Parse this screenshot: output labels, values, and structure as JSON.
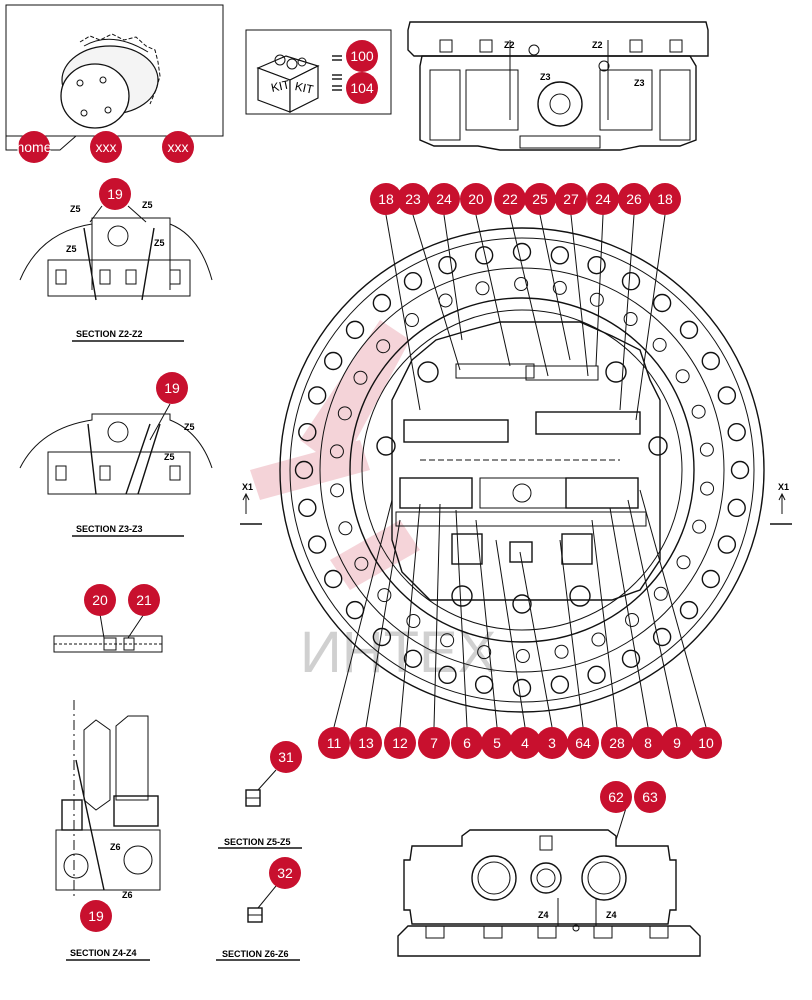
{
  "nav": {
    "home_label": "home",
    "prev_label": "xxx",
    "next_label": "xxx"
  },
  "kit": {
    "box_label_1": "KIT",
    "box_label_2": "KIT",
    "refs": [
      "100",
      "104"
    ]
  },
  "sections": {
    "z2": "SECTION  Z2-Z2",
    "z3": "SECTION  Z3-Z3",
    "z4": "SECTION  Z4-Z4",
    "z5": "SECTION  Z5-Z5",
    "z6": "SECTION  Z6-Z6"
  },
  "cut_labels": {
    "z2": "Z2",
    "z3": "Z3",
    "z4": "Z4",
    "z5": "Z5",
    "z6": "Z6",
    "x1": "X1"
  },
  "watermark": "ИНТЕХ",
  "colors": {
    "bubble": "#c8102e",
    "line": "#111111"
  },
  "callouts": {
    "top_row": [
      "18",
      "23",
      "24",
      "20",
      "22",
      "25",
      "27",
      "24",
      "26",
      "18"
    ],
    "bottom_row": [
      "11",
      "13",
      "12",
      "7",
      "6",
      "5",
      "4",
      "3",
      "64",
      "28",
      "8",
      "9",
      "10"
    ],
    "z2": "19",
    "z3": "19",
    "pin_left": "20",
    "pin_right": "21",
    "z4": "19",
    "z5": "31",
    "z6": "32",
    "valve_left": "62",
    "valve_right": "63"
  }
}
